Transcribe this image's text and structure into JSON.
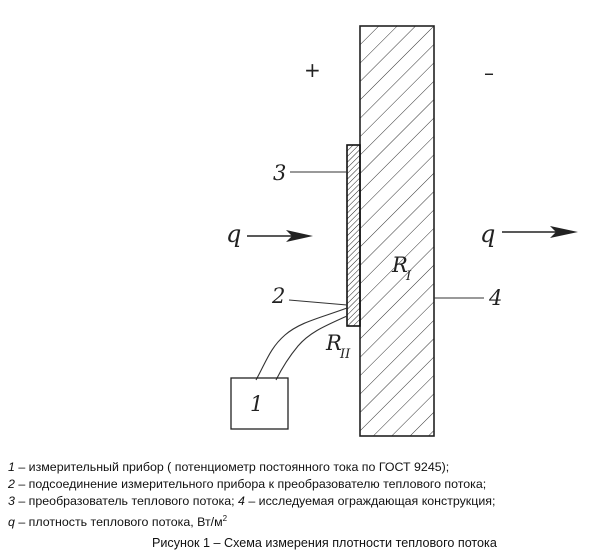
{
  "diagram": {
    "sign_plus": "+",
    "sign_minus": "–",
    "label_3": "3",
    "label_2": "2",
    "label_4": "4",
    "label_1": "1",
    "label_q_left": "q",
    "label_q_right": "q",
    "label_r1_main": "R",
    "label_r1_sub": "I",
    "label_r2_main": "R",
    "label_r2_sub": "II"
  },
  "legend": [
    {
      "num": "1",
      "text": " –  измерительный прибор  ( потенциометр постоянного тока по ГОСТ 9245);"
    },
    {
      "num": "2",
      "text": " –  подсоединение измерительного прибора к преобразователю теплового потока;"
    },
    {
      "num": "3",
      "text": " –  преобразователь теплового потока; "
    },
    {
      "num": "q",
      "text": " – плотность теплового потока, Вт/м"
    }
  ],
  "legend_line3": {
    "num2": "4",
    "text2": " –  исследуемая ограждающая конструкция;"
  },
  "legend_line4_sup": "2",
  "caption": "Рисунок 1 – Схема измерения  плотности теплового потока"
}
